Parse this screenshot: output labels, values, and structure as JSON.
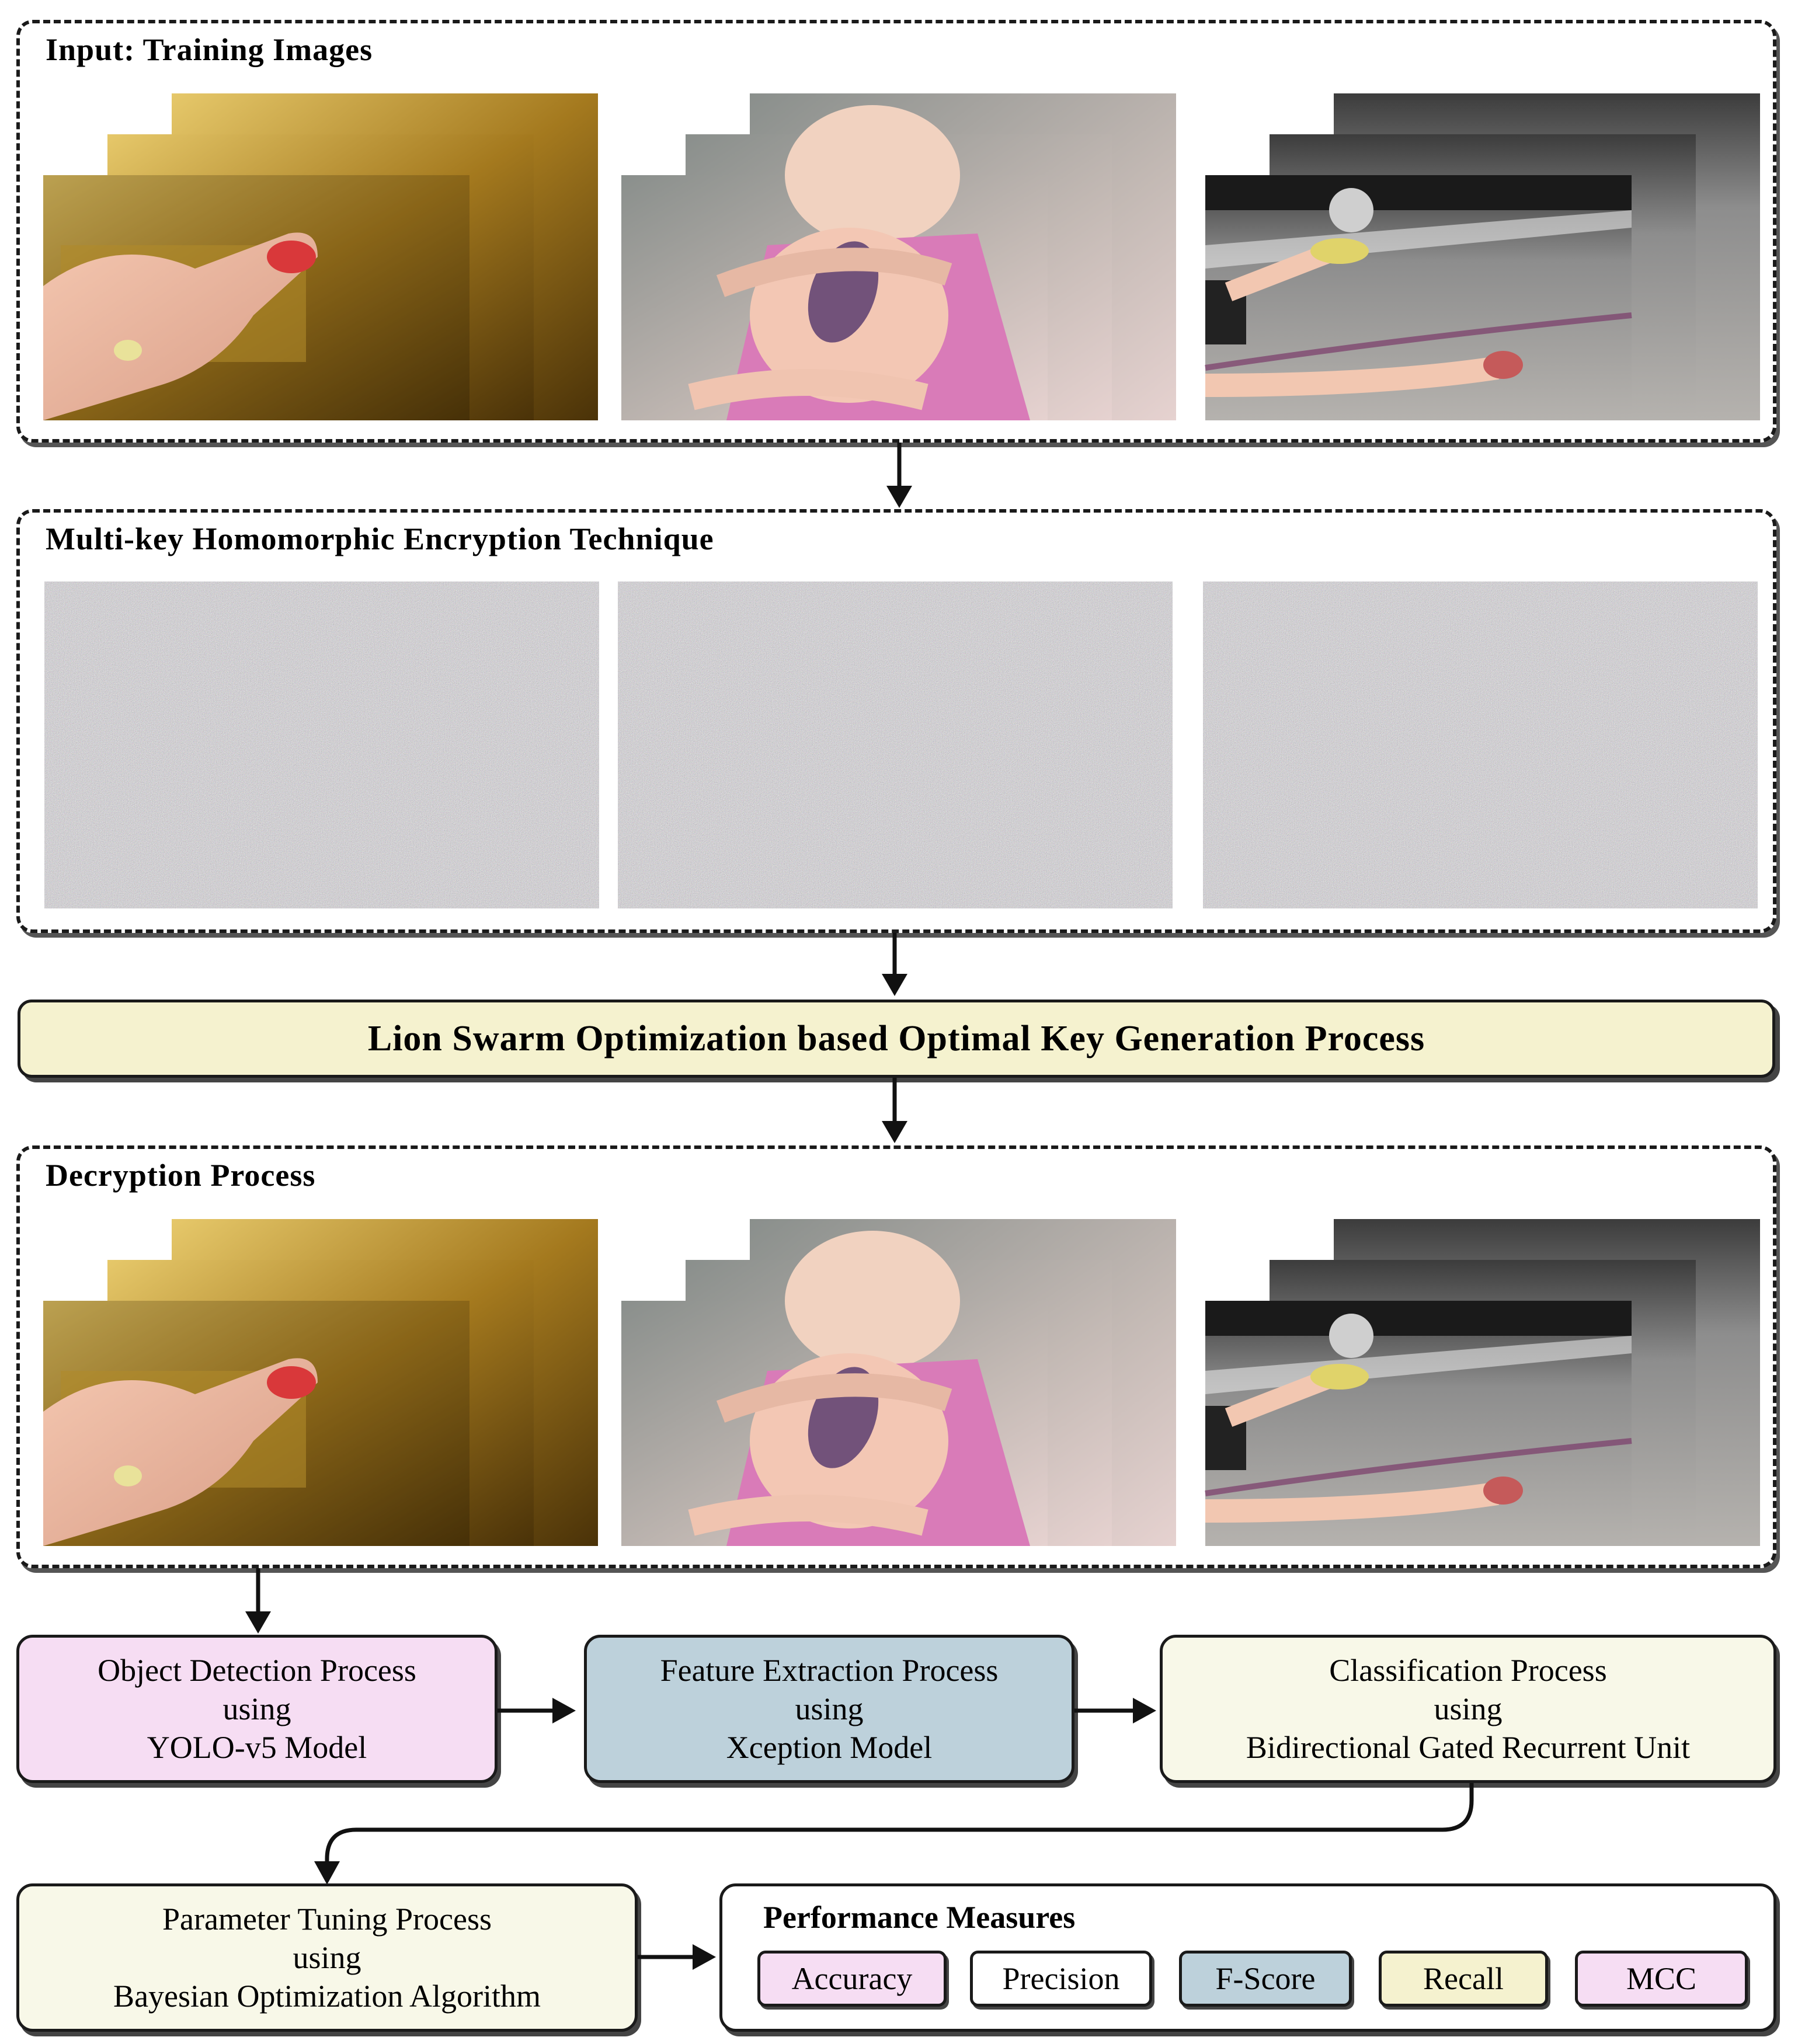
{
  "panels": {
    "input": {
      "title": "Input: Training Images"
    },
    "encryption": {
      "title": "Multi-key Homomorphic Encryption Technique"
    },
    "decryption": {
      "title": "Decryption Process"
    }
  },
  "key_generation": {
    "label": "Lion Swarm Optimization based Optimal Key Generation Process"
  },
  "steps": {
    "object_detection": {
      "line1": "Object Detection Process",
      "line2": "using",
      "line3": "YOLO-v5 Model",
      "color": "#f6ddf3"
    },
    "feature_extraction": {
      "line1": "Feature Extraction Process",
      "line2": "using",
      "line3": "Xception Model",
      "color": "#bdd1db"
    },
    "classification": {
      "line1": "Classification Process",
      "line2": "using",
      "line3": "Bidirectional Gated Recurrent Unit",
      "color": "#f8f8e8"
    },
    "parameter_tuning": {
      "line1": "Parameter Tuning Process",
      "line2": "using",
      "line3": "Bayesian Optimization Algorithm",
      "color": "#f8f8e8"
    }
  },
  "performance": {
    "title": "Performance Measures",
    "measures": [
      {
        "label": "Accuracy",
        "color": "#f6ddf3"
      },
      {
        "label": "Precision",
        "color": "#ffffff"
      },
      {
        "label": "F-Score",
        "color": "#bdd1db"
      },
      {
        "label": "Recall",
        "color": "#f5f2cf"
      },
      {
        "label": "MCC",
        "color": "#f6ddf3"
      }
    ]
  },
  "images": [
    "finger-image-stack",
    "child-bruise-image-stack",
    "road-accident-image-stack"
  ]
}
